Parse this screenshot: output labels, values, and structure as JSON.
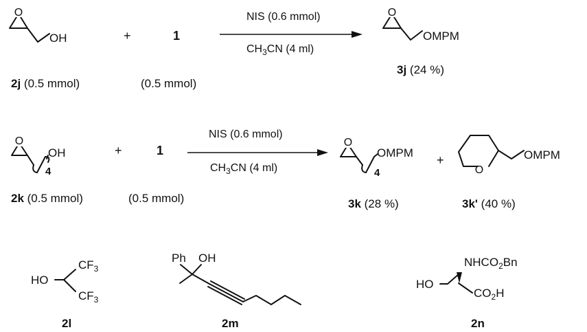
{
  "row1": {
    "r_substituent": "OH",
    "plus": "+",
    "reagent": "1",
    "cond_top": "NIS (0.6 mmol)",
    "cond_bottom_pre": "CH",
    "cond_bottom_sub": "3",
    "cond_bottom_post": "CN (4 ml)",
    "product_substituent": "OMPM",
    "sub_label_id": "2j",
    "sub_label_amt": " (0.5 mmol)",
    "reagent_amt": "(0.5 mmol)",
    "product_label_id": "3j",
    "product_label_yield": " (24 %)"
  },
  "row2": {
    "r_substituent": "OH",
    "r_subscript": "4",
    "plus": "+",
    "reagent": "1",
    "cond_top": "NIS (0.6 mmol)",
    "cond_bottom_pre": "CH",
    "cond_bottom_sub": "3",
    "cond_bottom_post": "CN (4 ml)",
    "product_substituent": "OMPM",
    "product_subscript": "4",
    "plus2": "+",
    "ring_O": "O",
    "side_product_substituent": "OMPM",
    "sub_label_id": "2k",
    "sub_label_amt": "  (0.5 mmol)",
    "reagent_amt": "(0.5 mmol)",
    "product_label_id": "3k",
    "product_label_yield": " (28 %)",
    "side_label_id": "3k'",
    "side_label_yield": " (40 %)"
  },
  "row3": {
    "c2l": {
      "ho": "HO",
      "cf3_top_pre": "CF",
      "cf3_top_sub": "3",
      "cf3_bot_pre": "CF",
      "cf3_bot_sub": "3",
      "label": "2l"
    },
    "c2m": {
      "ph": "Ph",
      "oh": "OH",
      "label": "2m"
    },
    "c2n": {
      "nh_pre": "NHCO",
      "nh_sub": "2",
      "nh_post": "Bn",
      "ho": "HO",
      "co_pre": "CO",
      "co_sub": "2",
      "co_post": "H",
      "label": "2n"
    }
  }
}
